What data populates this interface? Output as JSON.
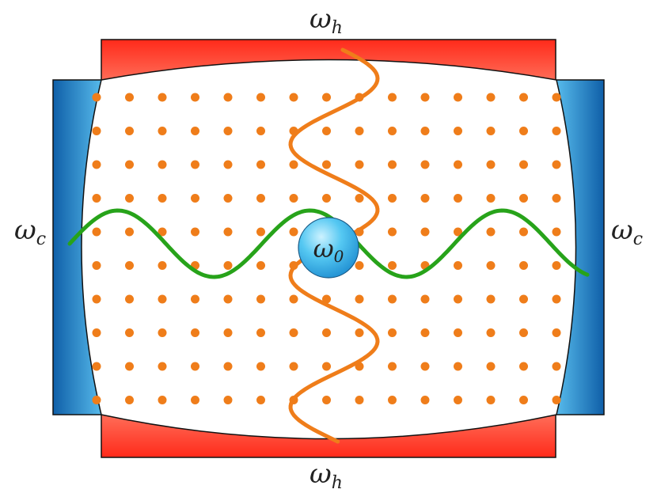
{
  "labels": {
    "hot_reservoir": {
      "symbol": "ω",
      "subscript": "h"
    },
    "cold_reservoir": {
      "symbol": "ω",
      "subscript": "c"
    },
    "system": {
      "symbol": "ω",
      "subscript": "0"
    }
  },
  "lattice": {
    "rows": 10,
    "cols": 15
  },
  "colors": {
    "hot_reservoir": "#ff3b2a",
    "cold_reservoir": "#1a7dc8",
    "lattice_dot": "#ef7d1a",
    "hot_wave": "#ef7d1a",
    "cold_wave": "#27a31a",
    "system_fill": "#45c3f0",
    "cavity_fill": "#ffffff",
    "outline": "#111111"
  }
}
